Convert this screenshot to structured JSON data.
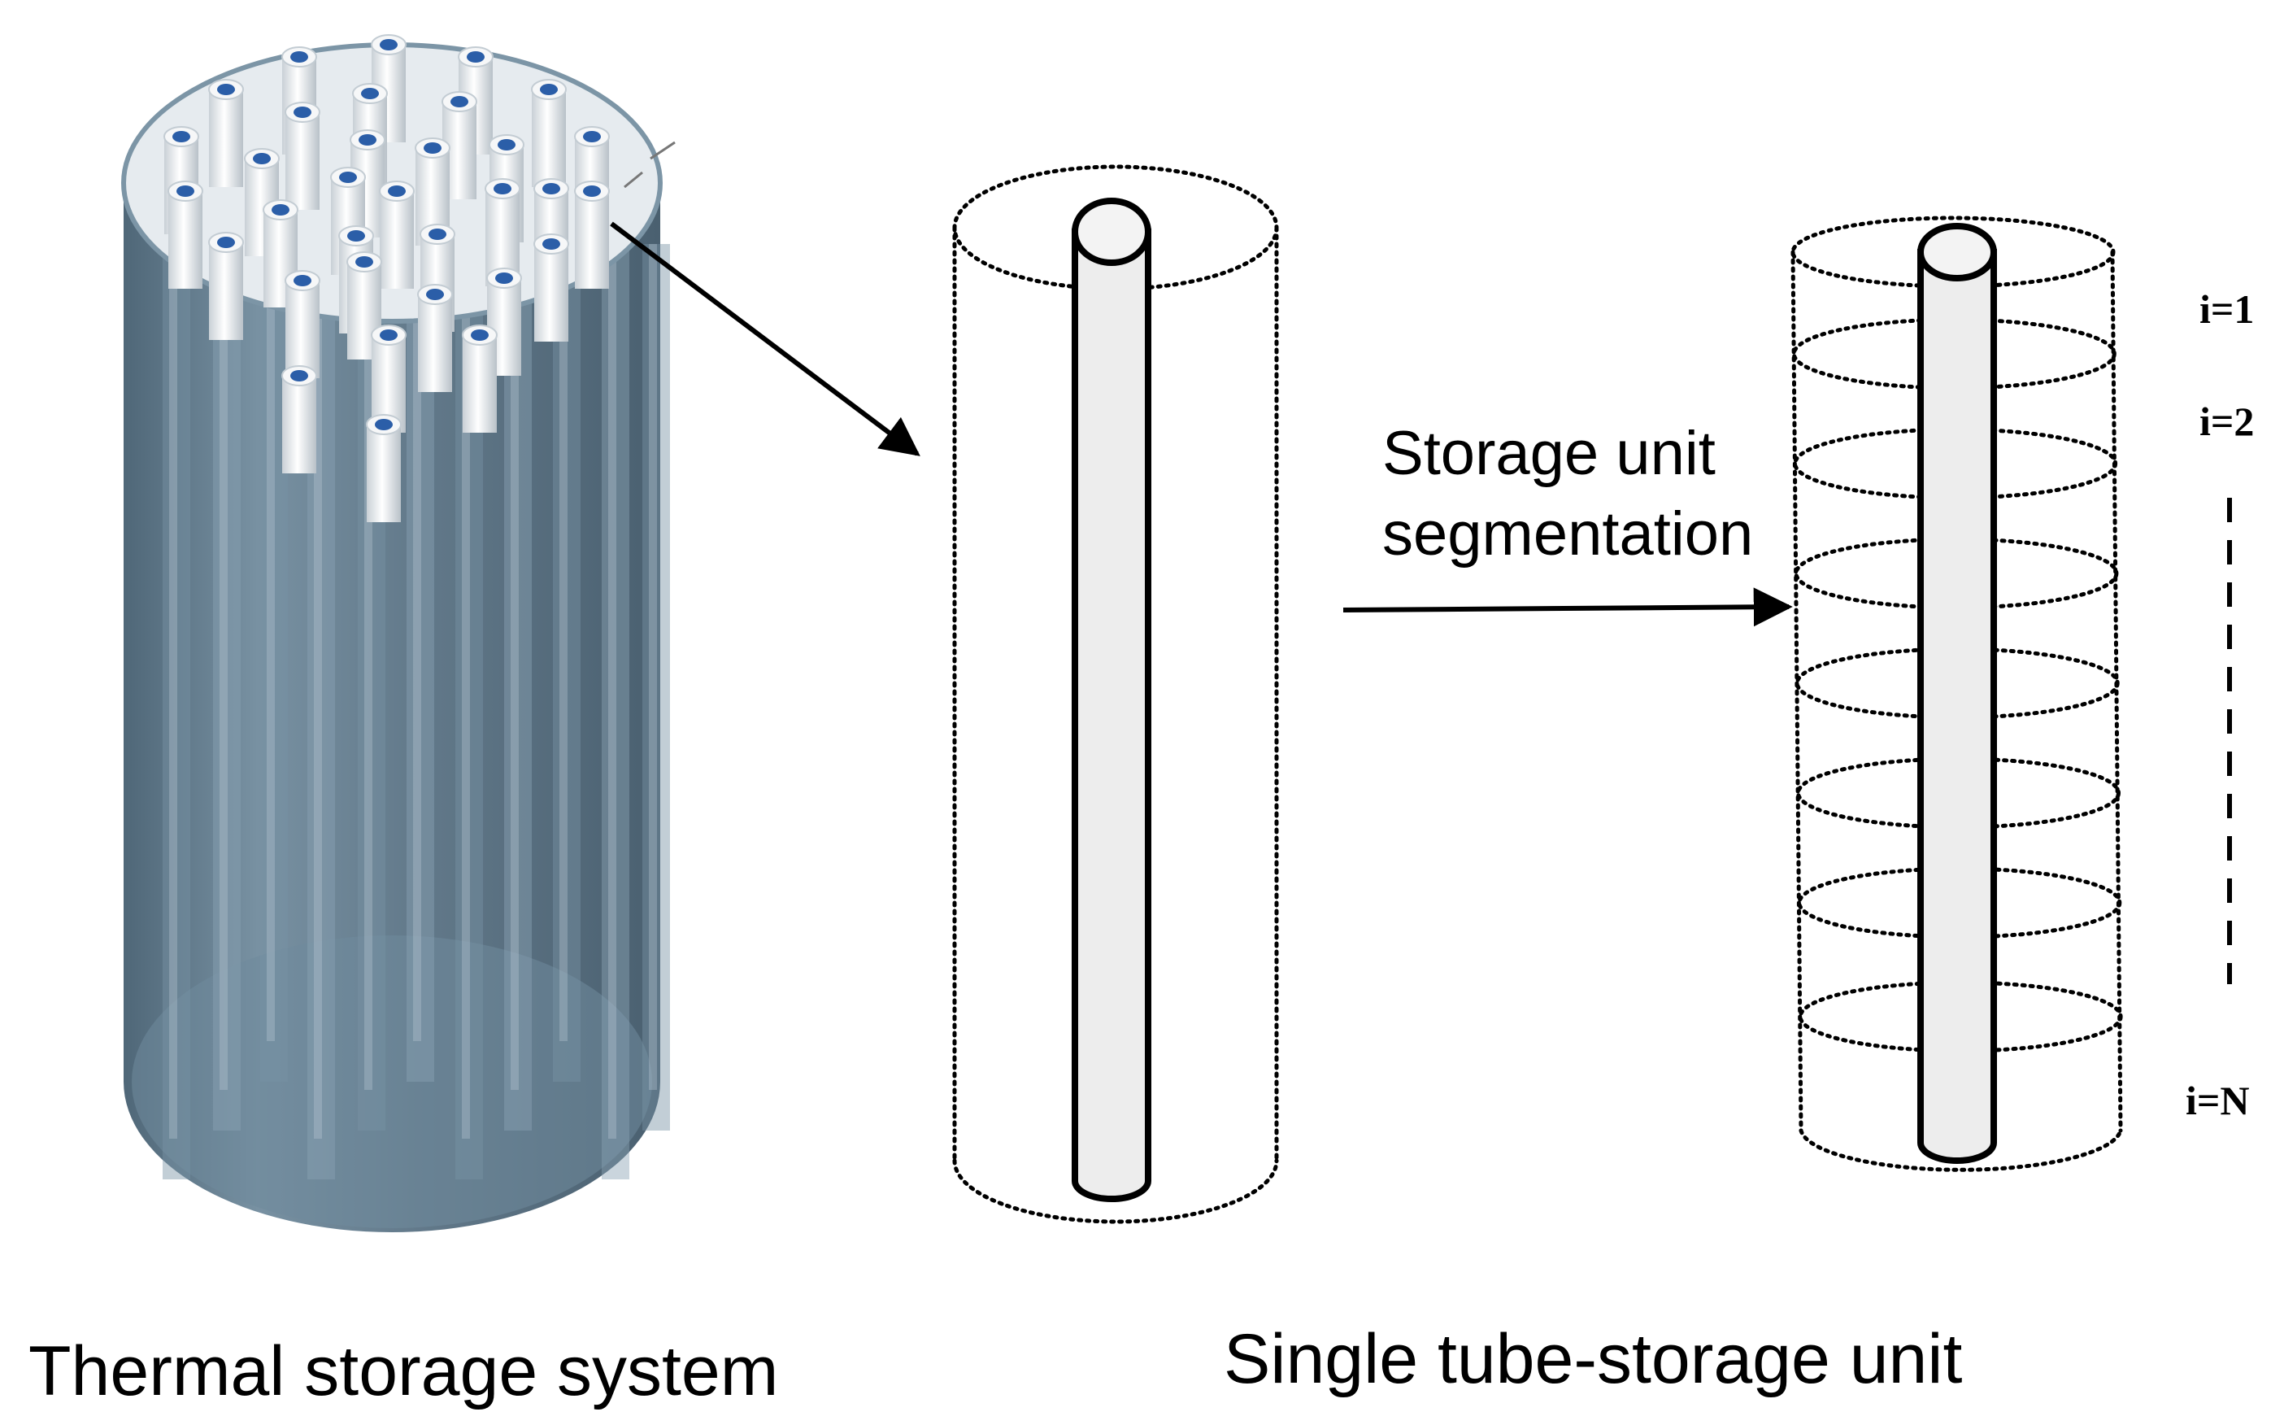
{
  "labels": {
    "left_caption": "Thermal storage system",
    "right_caption": "Single tube-storage unit",
    "process_line1": "Storage unit",
    "process_line2": "segmentation",
    "seg_first": "i=1",
    "seg_second": "i=2",
    "seg_last": "i=N"
  },
  "colors": {
    "tank_body": "#5e7889",
    "tank_bottom": "#6c889b",
    "tank_top": "#e9edf0",
    "tube": "#f4f4f4",
    "tube_hole": "#2b5ea8",
    "tube_line": "#000000",
    "tube_fill": "#ededed"
  },
  "icons": {
    "left_arrow": "arrow-diagonal",
    "process_arrow": "arrow-right"
  }
}
